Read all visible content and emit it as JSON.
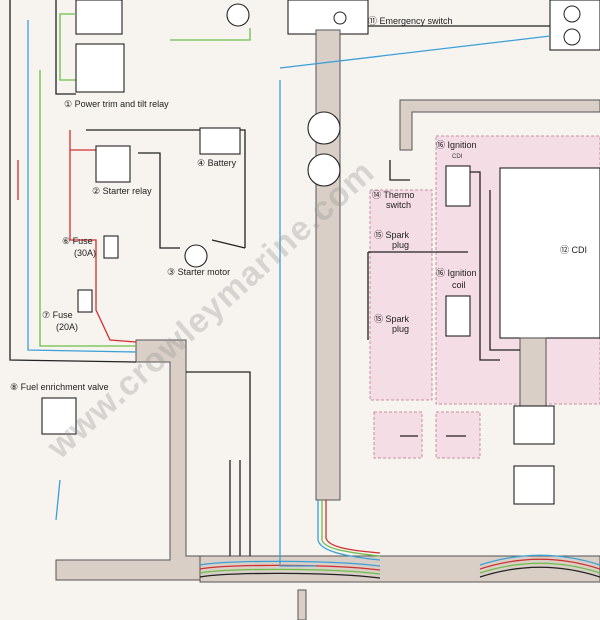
{
  "labels": {
    "power_trim_relay": "① Power trim and tilt relay",
    "battery": "④ Battery",
    "starter_relay": "② Starter relay",
    "fuse_30": "⑥ Fuse",
    "fuse_30_value": "(30A)",
    "starter_motor": "③ Starter motor",
    "fuse_20": "⑦ Fuse",
    "fuse_20_value": "(20A)",
    "fuel_enrichment": "⑧ Fuel enrichment valve",
    "emergency_switch": "⑪ Emergency switch",
    "ignition_coil_top_1": "⑯ Ignition",
    "ignition_coil_top_2": "CDI",
    "thermo_switch_1": "⑭ Thermo",
    "thermo_switch_2": "switch",
    "spark_plug_top_1": "⑮ Spark",
    "spark_plug_top_2": "plug",
    "ignition_coil_mid_1": "⑯ Ignition",
    "ignition_coil_mid_2": "coil",
    "spark_plug_bot_1": "⑮ Spark",
    "spark_plug_bot_2": "plug",
    "cdi": "⑫ CDI"
  },
  "watermark": "www.crowleymarine.com",
  "colors": {
    "wire_black": "#222222",
    "wire_red": "#d03030",
    "wire_blue": "#3aa0d8",
    "wire_green": "#6cbf4a",
    "harness": "#d9cfc6",
    "highlight": "#f5dde6",
    "background": "#f7f3ef"
  }
}
